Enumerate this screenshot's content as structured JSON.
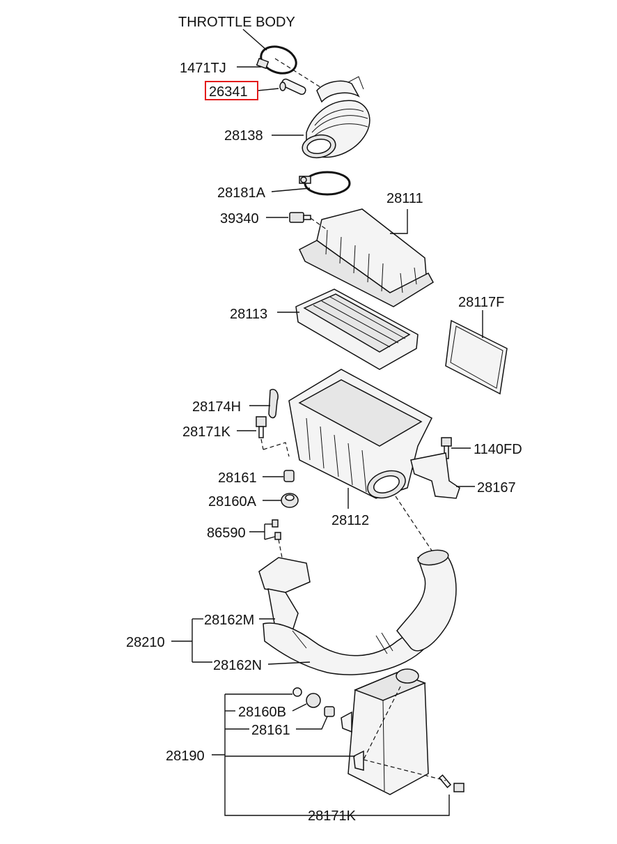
{
  "labels": {
    "throttle_body": "THROTTLE BODY",
    "p1471tj": "1471TJ",
    "p26341": "26341",
    "p28138": "28138",
    "p28181a": "28181A",
    "p28111": "28111",
    "p39340": "39340",
    "p28113": "28113",
    "p28117f": "28117F",
    "p28174h": "28174H",
    "p28171k_top": "28171K",
    "p1140fd": "1140FD",
    "p28167": "28167",
    "p28161_top": "28161",
    "p28160a": "28160A",
    "p28112": "28112",
    "p86590": "86590",
    "p28162m": "28162M",
    "p28210": "28210",
    "p28162n": "28162N",
    "p28160b": "28160B",
    "p28161_bottom": "28161",
    "p28190": "28190",
    "p28171k_bottom": "28171K"
  },
  "highlight": {
    "part": "26341",
    "color": "#e31b1b"
  }
}
